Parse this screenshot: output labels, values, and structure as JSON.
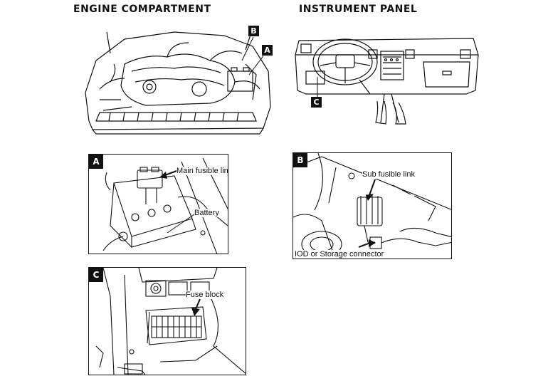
{
  "headings": {
    "engine": "ENGINE COMPARTMENT",
    "instrument": "INSTRUMENT PANEL"
  },
  "markers": {
    "engine_b": "B",
    "engine_a": "A",
    "panel_c": "C"
  },
  "panels": {
    "a": {
      "letter": "A",
      "callouts": [
        "Main fusible link",
        "Battery"
      ]
    },
    "b": {
      "letter": "B",
      "callouts": [
        "Sub fusible link",
        "IOD or Storage connector"
      ]
    },
    "c": {
      "letter": "C",
      "callouts": [
        "Fuse block"
      ]
    }
  }
}
